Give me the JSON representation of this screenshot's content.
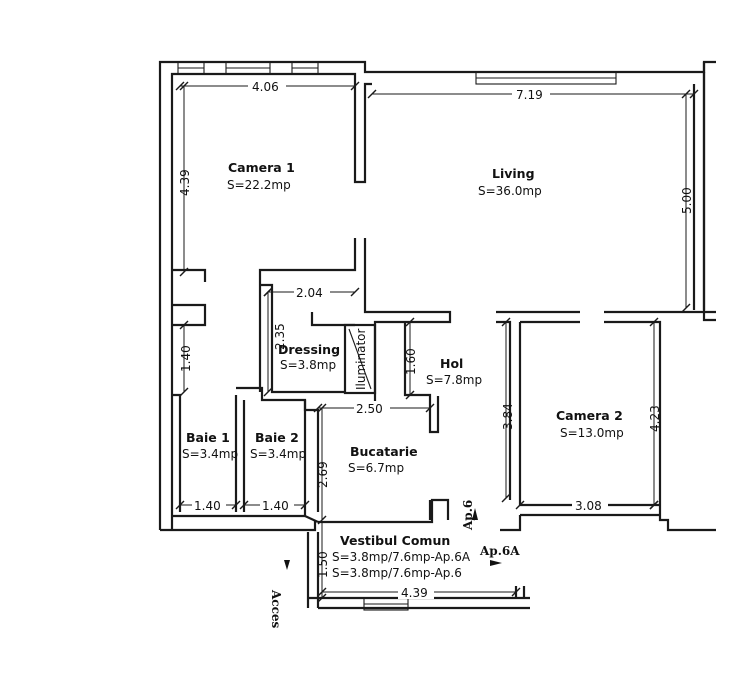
{
  "rooms": {
    "camera1": {
      "name": "Camera 1",
      "area": "S=22.2mp"
    },
    "living": {
      "name": "Living",
      "area": "S=36.0mp"
    },
    "dressing": {
      "name": "Dressing",
      "area": "S=3.8mp"
    },
    "hol": {
      "name": "Hol",
      "area": "S=7.8mp"
    },
    "iluminator": {
      "name": "Iluminator"
    },
    "baie1": {
      "name": "Baie 1",
      "area": "S=3.4mp"
    },
    "baie2": {
      "name": "Baie 2",
      "area": "S=3.4mp"
    },
    "bucatarie": {
      "name": "Bucatarie",
      "area": "S=6.7mp"
    },
    "camera2": {
      "name": "Camera 2",
      "area": "S=13.0mp"
    },
    "vestibul": {
      "name": "Vestibul Comun",
      "area1": "S=3.8mp/7.6mp-Ap.6A",
      "area2": "S=3.8mp/7.6mp-Ap.6"
    }
  },
  "dimensions": {
    "camera1_width": "4.06",
    "living_width": "7.19",
    "camera1_height": "4.39",
    "living_height": "5.00",
    "dressing_width": "2.04",
    "dressing_height": "2.35",
    "wall_1_40": "1.40",
    "hol_1_60": "1.60",
    "bucatarie_width": "2.50",
    "bucatarie_height": "2.69",
    "camera2_height_left": "3.84",
    "camera2_height_right": "4.23",
    "camera2_width": "3.08",
    "baie1_width": "1.40",
    "baie2_width": "1.40",
    "vestibul_height": "1.50",
    "vestibul_width": "4.39"
  },
  "labels": {
    "ap6": "Ap.6",
    "ap6a": "Ap.6A",
    "acces": "Acces"
  }
}
